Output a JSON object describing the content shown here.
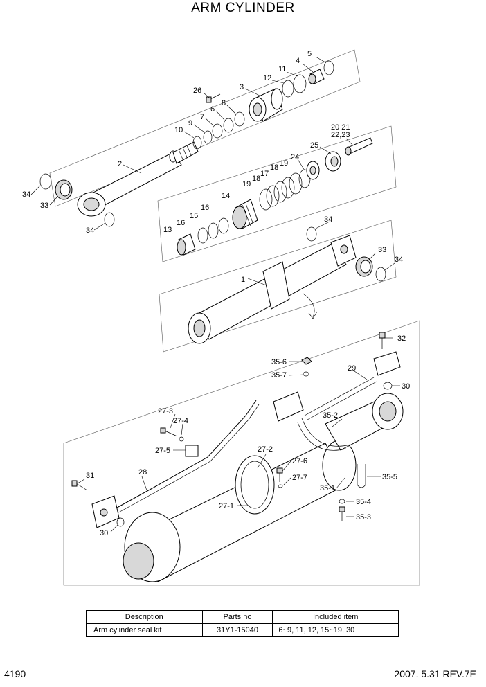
{
  "title": "ARM CYLINDER",
  "labels": [
    {
      "id": "l5",
      "text": "5"
    },
    {
      "id": "l4",
      "text": "4"
    },
    {
      "id": "l11",
      "text": "11"
    },
    {
      "id": "l12",
      "text": "12"
    },
    {
      "id": "l3",
      "text": "3"
    },
    {
      "id": "l26",
      "text": "26"
    },
    {
      "id": "l8",
      "text": "8"
    },
    {
      "id": "l6",
      "text": "6"
    },
    {
      "id": "l7",
      "text": "7"
    },
    {
      "id": "l9",
      "text": "9"
    },
    {
      "id": "l10",
      "text": "10"
    },
    {
      "id": "l2",
      "text": "2"
    },
    {
      "id": "l34a",
      "text": "34"
    },
    {
      "id": "l33a",
      "text": "33"
    },
    {
      "id": "l34b",
      "text": "34"
    },
    {
      "id": "l2021",
      "text": "20 21"
    },
    {
      "id": "l2223",
      "text": "22,23"
    },
    {
      "id": "l25",
      "text": "25"
    },
    {
      "id": "l24",
      "text": "24"
    },
    {
      "id": "l19a",
      "text": "19"
    },
    {
      "id": "l18a",
      "text": "18"
    },
    {
      "id": "l17",
      "text": "17"
    },
    {
      "id": "l19b",
      "text": "19"
    },
    {
      "id": "l18b",
      "text": "18"
    },
    {
      "id": "l14",
      "text": "14"
    },
    {
      "id": "l16a",
      "text": "16"
    },
    {
      "id": "l15",
      "text": "15"
    },
    {
      "id": "l16b",
      "text": "16"
    },
    {
      "id": "l13",
      "text": "13"
    },
    {
      "id": "l34c",
      "text": "34"
    },
    {
      "id": "l33b",
      "text": "33"
    },
    {
      "id": "l34d",
      "text": "34"
    },
    {
      "id": "l1",
      "text": "1"
    },
    {
      "id": "l32",
      "text": "32"
    },
    {
      "id": "l356",
      "text": "35-6"
    },
    {
      "id": "l357",
      "text": "35-7"
    },
    {
      "id": "l29",
      "text": "29"
    },
    {
      "id": "l30a",
      "text": "30"
    },
    {
      "id": "l273",
      "text": "27-3"
    },
    {
      "id": "l274",
      "text": "27-4"
    },
    {
      "id": "l352",
      "text": "35-2"
    },
    {
      "id": "l275",
      "text": "27-5"
    },
    {
      "id": "l272",
      "text": "27-2"
    },
    {
      "id": "l276",
      "text": "27-6"
    },
    {
      "id": "l31",
      "text": "31"
    },
    {
      "id": "l28",
      "text": "28"
    },
    {
      "id": "l277",
      "text": "27-7"
    },
    {
      "id": "l351",
      "text": "35-1"
    },
    {
      "id": "l355",
      "text": "35-5"
    },
    {
      "id": "l271",
      "text": "27-1"
    },
    {
      "id": "l354",
      "text": "35-4"
    },
    {
      "id": "l30b",
      "text": "30"
    },
    {
      "id": "l353",
      "text": "35-3"
    }
  ],
  "table": {
    "headers": [
      "Description",
      "Parts no",
      "Included item"
    ],
    "rows": [
      [
        "Arm cylinder seal kit",
        "31Y1-15040",
        "6~9, 11, 12, 15~19, 30"
      ]
    ]
  },
  "footer": {
    "page": "4190",
    "revision": "2007. 5.31  REV.7E"
  }
}
